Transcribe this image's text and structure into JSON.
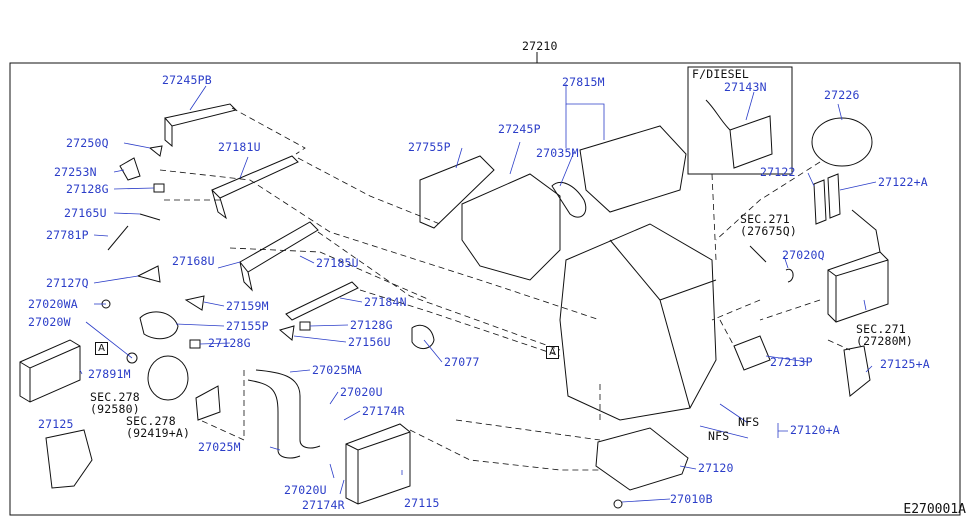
{
  "diagram": {
    "top_label": "27210",
    "inset_label": "F/DIESEL",
    "figure_id": "E270001A",
    "box_marker": "A",
    "labels": {
      "p27245PB": "27245PB",
      "p27250Q": "27250Q",
      "p27253N": "27253N",
      "p27128G_a": "27128G",
      "p27165U": "27165U",
      "p27781P": "27781P",
      "p27127Q": "27127Q",
      "p27020WA": "27020WA",
      "p27020W": "27020W",
      "p27181U": "27181U",
      "p27168U": "27168U",
      "p27185U": "27185U",
      "p27159M": "27159M",
      "p27155P": "27155P",
      "p27128G_b": "27128G",
      "p27184N": "27184N",
      "p27128G_c": "27128G",
      "p27156U": "27156U",
      "p27077": "27077",
      "p27025MA": "27025MA",
      "p27020U_a": "27020U",
      "p27174R_a": "27174R",
      "p27891M": "27891M",
      "sec278a": "SEC.278",
      "sec278a_ref": "(92580)",
      "sec278b": "SEC.278",
      "sec278b_ref": "(92419+A)",
      "p27125": "27125",
      "p27025M": "27025M",
      "p27020U_b": "27020U",
      "p27174R_b": "27174R",
      "p27115": "27115",
      "p27755P": "27755P",
      "p27245P": "27245P",
      "p27815M": "27815M",
      "p27035M": "27035M",
      "p27143N": "27143N",
      "p27226": "27226",
      "p27122": "27122",
      "p27122A": "27122+A",
      "sec271a": "SEC.271",
      "sec271a_ref": "(27675Q)",
      "p27020Q": "27020Q",
      "sec271b": "SEC.271",
      "sec271b_ref": "(27280M)",
      "p27213P": "27213P",
      "p27125A": "27125+A",
      "nfs1": "NFS",
      "nfs2": "NFS",
      "p27120A": "27120+A",
      "p27120": "27120",
      "p27010B": "27010B"
    }
  }
}
